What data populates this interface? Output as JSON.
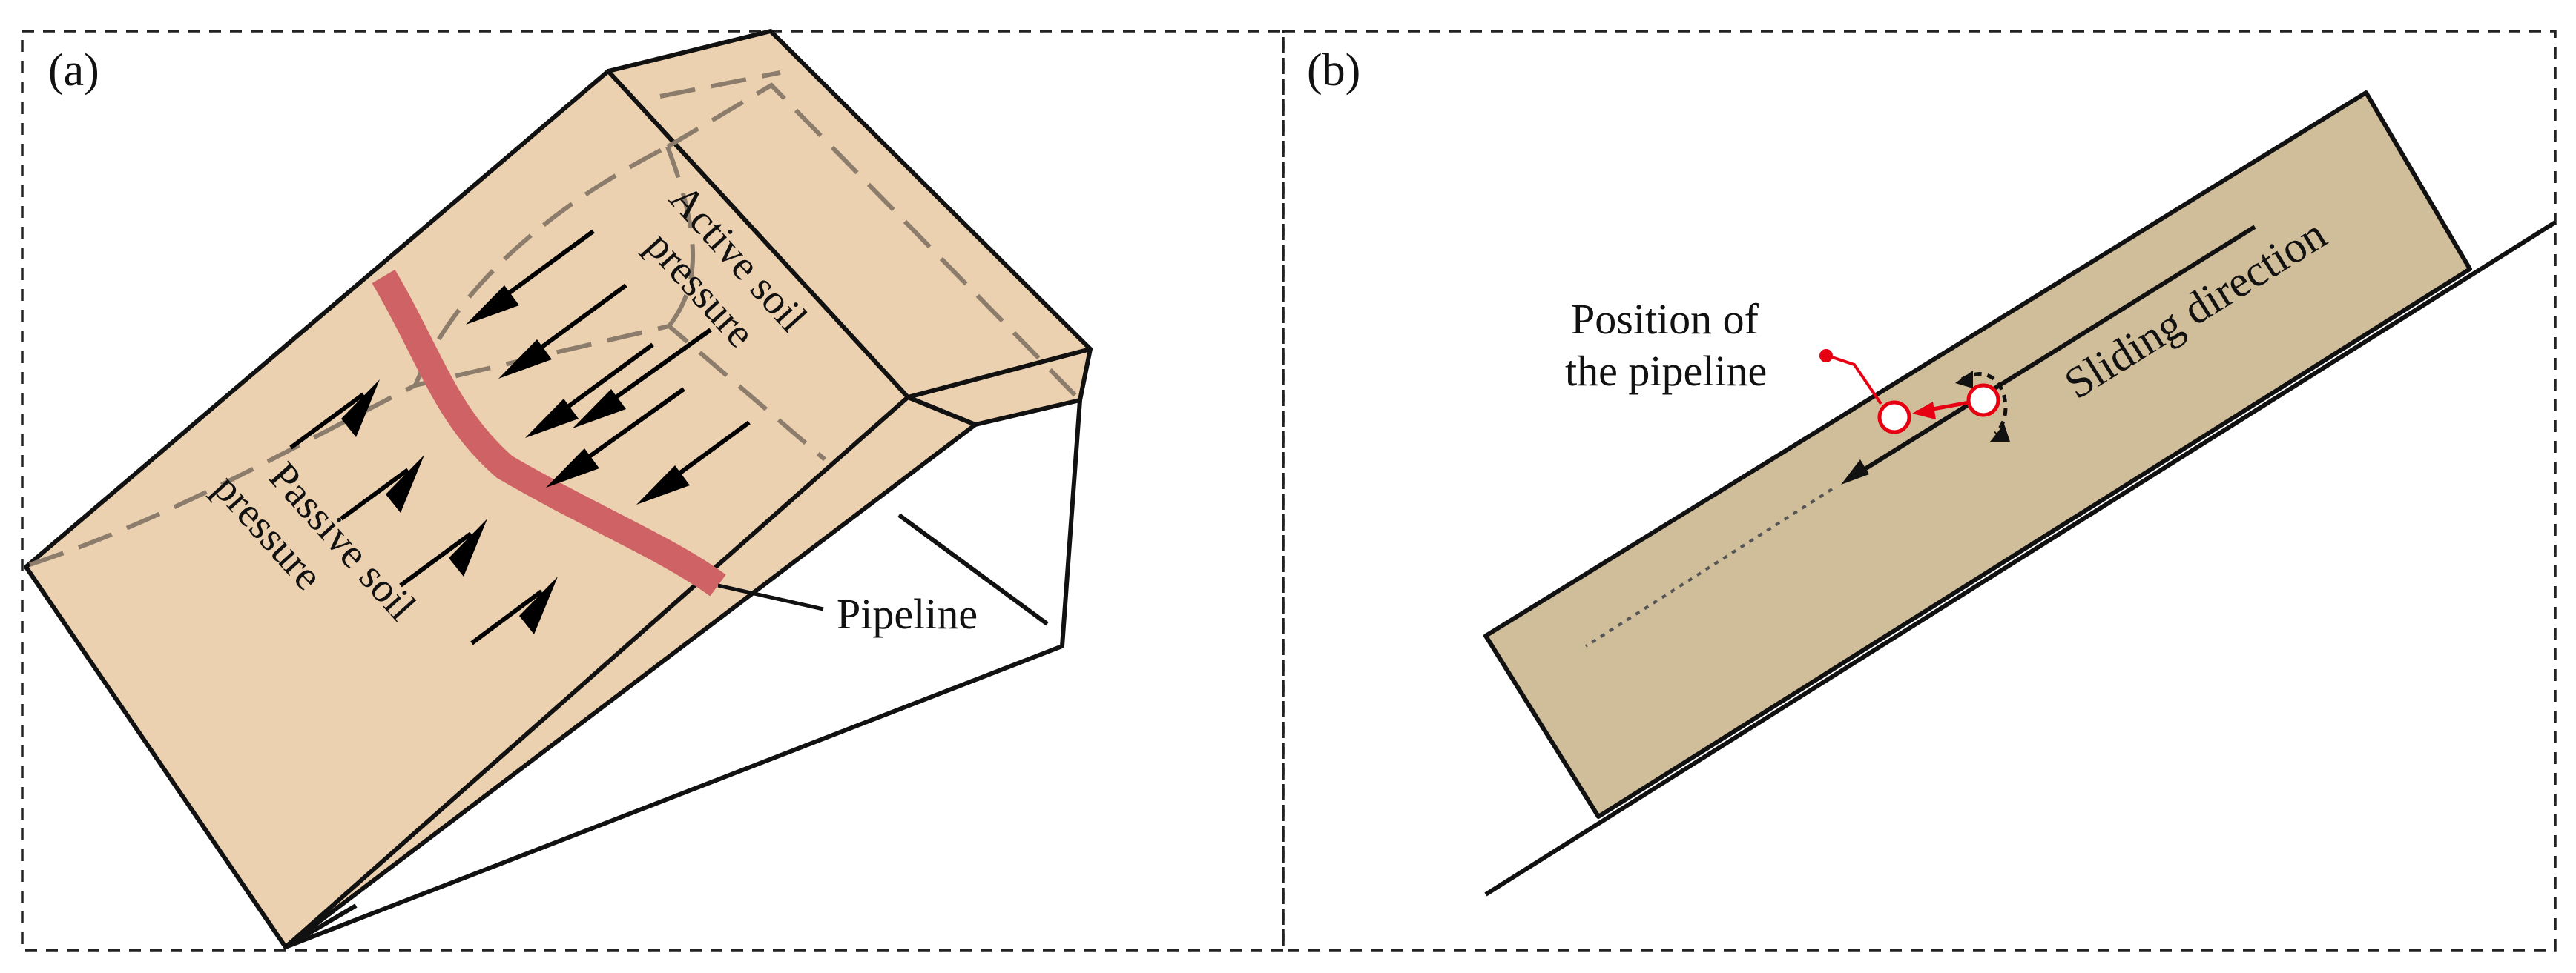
{
  "panel_a": {
    "label": "(a)",
    "active_label_line1": "Active soil",
    "active_label_line2": "pressure",
    "passive_label_line1": "Passive soil",
    "passive_label_line2": "pressure",
    "pipeline_label": "Pipeline"
  },
  "panel_b": {
    "label": "(b)",
    "position_label_line1": "Position of",
    "position_label_line2": "the pipeline",
    "sliding_label": "Sliding direction"
  },
  "colors": {
    "soil_light": "#ecd1b0",
    "soil_dark": "#d0bd9a",
    "pipeline": "#cf6265",
    "marker_red": "#e60012"
  }
}
